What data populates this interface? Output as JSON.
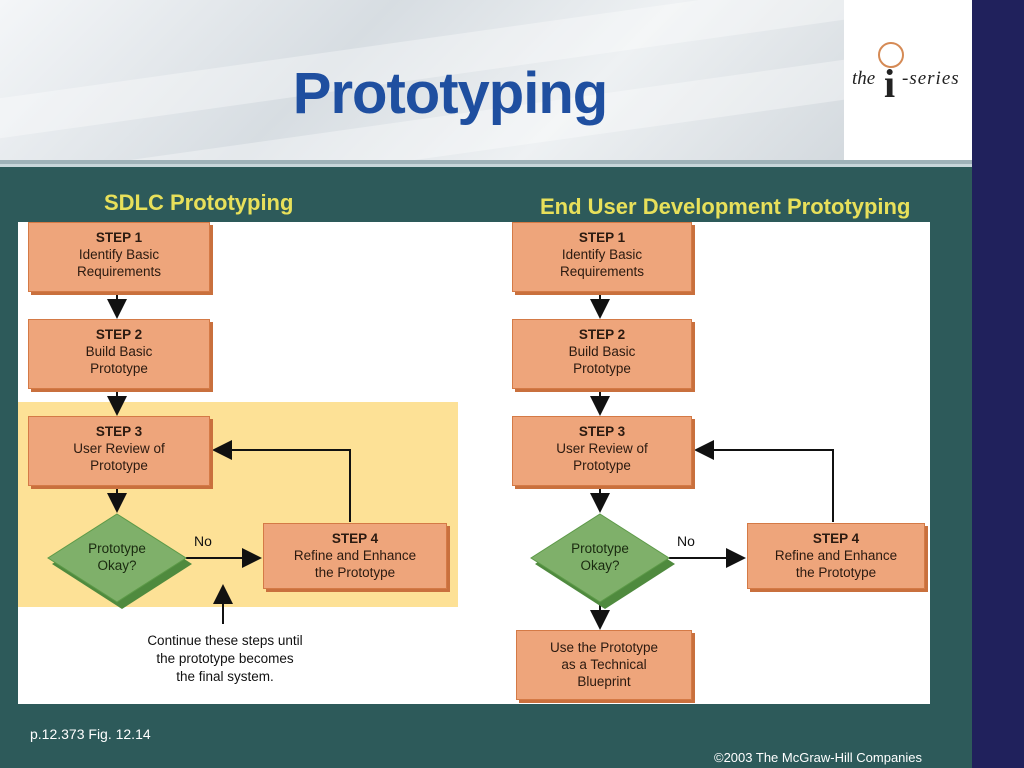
{
  "slide": {
    "title": "Prototyping",
    "logo": {
      "the": "the",
      "i": "i",
      "series": "-series"
    },
    "reference": "p.12.373 Fig. 12.14",
    "copyright": "©2003 The McGraw-Hill Companies"
  },
  "sdlc": {
    "heading": "SDLC Prototyping",
    "step1": {
      "title": "STEP 1",
      "line1": "Identify Basic",
      "line2": "Requirements"
    },
    "step2": {
      "title": "STEP 2",
      "line1": "Build Basic",
      "line2": "Prototype"
    },
    "step3": {
      "title": "STEP 3",
      "line1": "User Review of",
      "line2": "Prototype"
    },
    "decision": {
      "line1": "Prototype",
      "line2": "Okay?"
    },
    "no_label": "No",
    "step4": {
      "title": "STEP 4",
      "line1": "Refine and Enhance",
      "line2": "the Prototype"
    },
    "note": {
      "line1": "Continue these steps until",
      "line2": "the prototype becomes",
      "line3": "the final system."
    }
  },
  "eud": {
    "heading": "End User Development Prototyping",
    "step1": {
      "title": "STEP 1",
      "line1": "Identify Basic",
      "line2": "Requirements"
    },
    "step2": {
      "title": "STEP 2",
      "line1": "Build Basic",
      "line2": "Prototype"
    },
    "step3": {
      "title": "STEP 3",
      "line1": "User Review of",
      "line2": "Prototype"
    },
    "decision": {
      "line1": "Prototype",
      "line2": "Okay?"
    },
    "no_label": "No",
    "step4": {
      "title": "STEP 4",
      "line1": "Refine and Enhance",
      "line2": "the Prototype"
    },
    "final": {
      "line1": "Use the Prototype",
      "line2": "as a Technical",
      "line3": "Blueprint"
    }
  },
  "colors": {
    "step_fill": "#eea57b",
    "step_border": "#d47a46",
    "decision_fill": "#7fb06a",
    "highlight": "#fde196",
    "heading": "#e8e05a",
    "title": "#1f4fa0"
  }
}
